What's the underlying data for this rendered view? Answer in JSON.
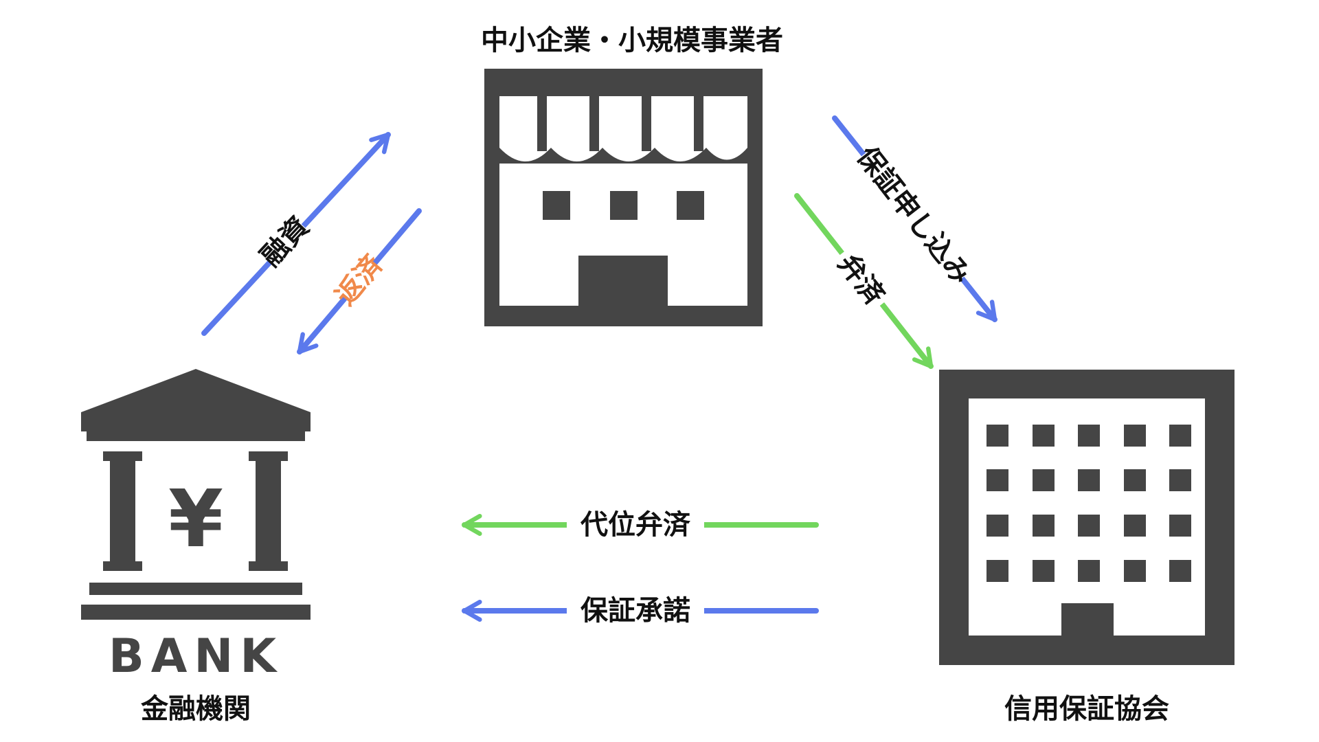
{
  "nodes": {
    "sme": {
      "label": "中小企業・小規模事業者"
    },
    "bank": {
      "label": "金融機関",
      "sign_text": "BANK",
      "currency_symbol": "¥"
    },
    "guarantee": {
      "label": "信用保証協会"
    }
  },
  "flows": {
    "loan": {
      "label": "融資",
      "color": "#5b79ec"
    },
    "repay": {
      "label": "返済",
      "color": "#5b79ec",
      "label_color": "#f0894a"
    },
    "guarantee_apply": {
      "label": "保証申し込み",
      "color": "#5b79ec"
    },
    "repayment": {
      "label": "弁済",
      "color": "#72d65d"
    },
    "subrogation": {
      "label": "代位弁済",
      "color": "#72d65d"
    },
    "guarantee_approval": {
      "label": "保証承諾",
      "color": "#5b79ec"
    }
  },
  "icons": {
    "sme": "storefront-icon",
    "bank": "bank-icon",
    "guarantee": "office-building-icon"
  },
  "colors": {
    "icon": "#454545",
    "text": "#111111",
    "blue": "#5b79ec",
    "green": "#72d65d",
    "orange": "#f0894a"
  }
}
